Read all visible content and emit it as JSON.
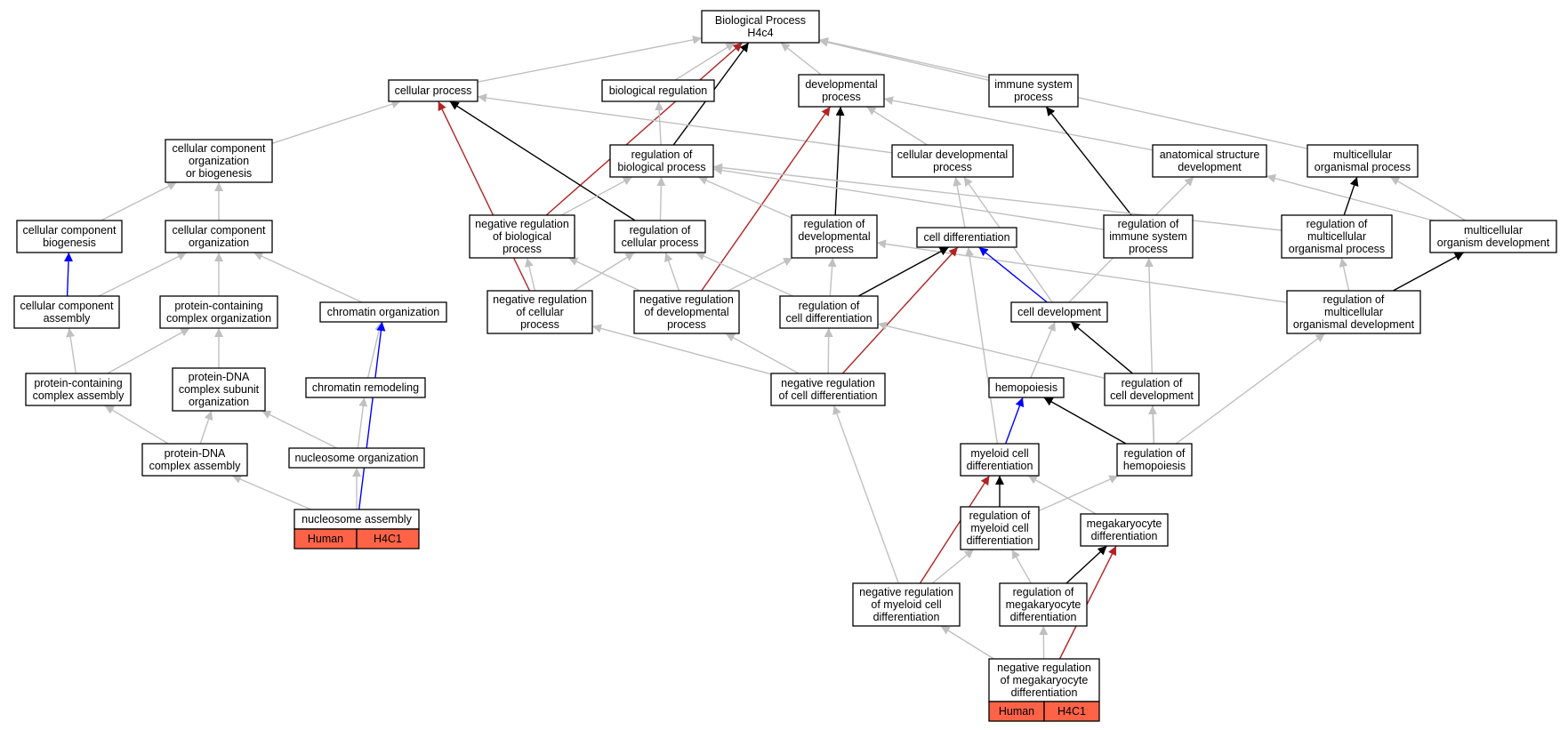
{
  "colors": {
    "is_a": "#c0c0c0",
    "part_of": "#000000",
    "regulates": "#000000",
    "negatively_regulates": "#b22222",
    "positively_regulates": "#0000ff",
    "annotation_tag": "#ff6347"
  },
  "nodes": {
    "bp": {
      "lines": [
        "Biological Process",
        "H4c4"
      ]
    },
    "cellular_process": {
      "lines": [
        "cellular process"
      ]
    },
    "biological_regulation": {
      "lines": [
        "biological regulation"
      ]
    },
    "developmental_process": {
      "lines": [
        "developmental",
        "process"
      ]
    },
    "immune_system_process": {
      "lines": [
        "immune system",
        "process"
      ]
    },
    "ccob": {
      "lines": [
        "cellular component",
        "organization",
        "or biogenesis"
      ]
    },
    "reg_bio_process": {
      "lines": [
        "regulation of",
        "biological process"
      ]
    },
    "cell_dev_process": {
      "lines": [
        "cellular developmental",
        "process"
      ]
    },
    "anat_struct_dev": {
      "lines": [
        "anatomical structure",
        "development"
      ]
    },
    "multicell_org_process": {
      "lines": [
        "multicellular",
        "organismal process"
      ]
    },
    "cc_biogenesis": {
      "lines": [
        "cellular component",
        "biogenesis"
      ]
    },
    "cc_organization": {
      "lines": [
        "cellular component",
        "organization"
      ]
    },
    "neg_reg_bio_process": {
      "lines": [
        "negative regulation",
        "of biological",
        "process"
      ]
    },
    "reg_cell_process": {
      "lines": [
        "regulation of",
        "cellular process"
      ]
    },
    "reg_dev_process": {
      "lines": [
        "regulation of",
        "developmental",
        "process"
      ]
    },
    "cell_differentiation": {
      "lines": [
        "cell differentiation"
      ]
    },
    "reg_immune": {
      "lines": [
        "regulation of",
        "immune system",
        "process"
      ]
    },
    "reg_multicell_process": {
      "lines": [
        "regulation of",
        "multicellular",
        "organismal process"
      ]
    },
    "multicell_org_dev": {
      "lines": [
        "multicellular",
        "organism development"
      ]
    },
    "cc_assembly": {
      "lines": [
        "cellular component",
        "assembly"
      ]
    },
    "pc_complex_org": {
      "lines": [
        "protein-containing",
        "complex organization"
      ]
    },
    "chromatin_org": {
      "lines": [
        "chromatin organization"
      ]
    },
    "neg_reg_cell_process": {
      "lines": [
        "negative regulation",
        "of cellular",
        "process"
      ]
    },
    "neg_reg_dev_process": {
      "lines": [
        "negative regulation",
        "of developmental",
        "process"
      ]
    },
    "reg_cell_diff": {
      "lines": [
        "regulation of",
        "cell differentiation"
      ]
    },
    "cell_development": {
      "lines": [
        "cell development"
      ]
    },
    "reg_multicell_dev": {
      "lines": [
        "regulation of",
        "multicellular",
        "organismal development"
      ]
    },
    "pc_complex_assembly": {
      "lines": [
        "protein-containing",
        "complex assembly"
      ]
    },
    "pdna_subunit_org": {
      "lines": [
        "protein-DNA",
        "complex subunit",
        "organization"
      ]
    },
    "chromatin_remodeling": {
      "lines": [
        "chromatin remodeling"
      ]
    },
    "neg_reg_cell_diff": {
      "lines": [
        "negative regulation",
        "of cell differentiation"
      ]
    },
    "hemopoiesis": {
      "lines": [
        "hemopoiesis"
      ]
    },
    "reg_cell_dev": {
      "lines": [
        "regulation of",
        "cell development"
      ]
    },
    "pdna_complex_assembly": {
      "lines": [
        "protein-DNA",
        "complex assembly"
      ]
    },
    "nucleosome_org": {
      "lines": [
        "nucleosome organization"
      ]
    },
    "myeloid_diff": {
      "lines": [
        "myeloid cell",
        "differentiation"
      ]
    },
    "reg_hemopoiesis": {
      "lines": [
        "regulation of",
        "hemopoiesis"
      ]
    },
    "nucleosome_assembly": {
      "lines": [
        "nucleosome assembly"
      ],
      "tags": [
        "Human",
        "H4C1"
      ]
    },
    "reg_myeloid_diff": {
      "lines": [
        "regulation of",
        "myeloid cell",
        "differentiation"
      ]
    },
    "megak_diff": {
      "lines": [
        "megakaryocyte",
        "differentiation"
      ]
    },
    "neg_reg_myeloid_diff": {
      "lines": [
        "negative regulation",
        "of myeloid cell",
        "differentiation"
      ]
    },
    "reg_megak_diff": {
      "lines": [
        "regulation of",
        "megakaryocyte",
        "differentiation"
      ]
    },
    "neg_reg_megak_diff": {
      "lines": [
        "negative regulation",
        "of megakaryocyte",
        "differentiation"
      ],
      "tags": [
        "Human",
        "H4C1"
      ]
    }
  },
  "edges": [
    {
      "from": "cellular_process",
      "to": "bp",
      "type": "is_a"
    },
    {
      "from": "biological_regulation",
      "to": "bp",
      "type": "is_a"
    },
    {
      "from": "developmental_process",
      "to": "bp",
      "type": "is_a"
    },
    {
      "from": "immune_system_process",
      "to": "bp",
      "type": "is_a"
    },
    {
      "from": "multicell_org_process",
      "to": "bp",
      "type": "is_a"
    },
    {
      "from": "neg_reg_bio_process",
      "to": "bp",
      "type": "negatively_regulates"
    },
    {
      "from": "reg_bio_process",
      "to": "bp",
      "type": "regulates"
    },
    {
      "from": "ccob",
      "to": "cellular_process",
      "type": "is_a"
    },
    {
      "from": "cell_dev_process",
      "to": "cellular_process",
      "type": "is_a"
    },
    {
      "from": "reg_cell_process",
      "to": "cellular_process",
      "type": "regulates"
    },
    {
      "from": "neg_reg_cell_process",
      "to": "cellular_process",
      "type": "negatively_regulates"
    },
    {
      "from": "reg_bio_process",
      "to": "biological_regulation",
      "type": "is_a"
    },
    {
      "from": "cell_dev_process",
      "to": "developmental_process",
      "type": "is_a"
    },
    {
      "from": "anat_struct_dev",
      "to": "developmental_process",
      "type": "is_a"
    },
    {
      "from": "reg_dev_process",
      "to": "developmental_process",
      "type": "regulates"
    },
    {
      "from": "neg_reg_dev_process",
      "to": "developmental_process",
      "type": "negatively_regulates"
    },
    {
      "from": "reg_immune",
      "to": "immune_system_process",
      "type": "regulates"
    },
    {
      "from": "cc_biogenesis",
      "to": "ccob",
      "type": "is_a"
    },
    {
      "from": "cc_organization",
      "to": "ccob",
      "type": "is_a"
    },
    {
      "from": "neg_reg_bio_process",
      "to": "reg_bio_process",
      "type": "is_a"
    },
    {
      "from": "reg_cell_process",
      "to": "reg_bio_process",
      "type": "is_a"
    },
    {
      "from": "reg_dev_process",
      "to": "reg_bio_process",
      "type": "is_a"
    },
    {
      "from": "reg_immune",
      "to": "reg_bio_process",
      "type": "is_a"
    },
    {
      "from": "reg_multicell_process",
      "to": "reg_bio_process",
      "type": "is_a"
    },
    {
      "from": "cell_differentiation",
      "to": "cell_dev_process",
      "type": "is_a"
    },
    {
      "from": "cell_development",
      "to": "cell_dev_process",
      "type": "is_a"
    },
    {
      "from": "cell_development",
      "to": "anat_struct_dev",
      "type": "is_a"
    },
    {
      "from": "multicell_org_dev",
      "to": "anat_struct_dev",
      "type": "is_a"
    },
    {
      "from": "reg_multicell_process",
      "to": "multicell_org_process",
      "type": "regulates"
    },
    {
      "from": "multicell_org_dev",
      "to": "multicell_org_process",
      "type": "is_a"
    },
    {
      "from": "cc_assembly",
      "to": "cc_biogenesis",
      "type": "positively_regulates"
    },
    {
      "from": "cc_assembly",
      "to": "cc_organization",
      "type": "is_a"
    },
    {
      "from": "pc_complex_org",
      "to": "cc_organization",
      "type": "is_a"
    },
    {
      "from": "chromatin_org",
      "to": "cc_organization",
      "type": "is_a"
    },
    {
      "from": "neg_reg_cell_process",
      "to": "neg_reg_bio_process",
      "type": "is_a"
    },
    {
      "from": "neg_reg_cell_process",
      "to": "reg_cell_process",
      "type": "is_a"
    },
    {
      "from": "neg_reg_dev_process",
      "to": "reg_cell_process",
      "type": "is_a"
    },
    {
      "from": "neg_reg_dev_process",
      "to": "neg_reg_bio_process",
      "type": "is_a"
    },
    {
      "from": "neg_reg_dev_process",
      "to": "reg_dev_process",
      "type": "is_a"
    },
    {
      "from": "reg_cell_diff",
      "to": "reg_cell_process",
      "type": "is_a"
    },
    {
      "from": "reg_cell_diff",
      "to": "reg_dev_process",
      "type": "is_a"
    },
    {
      "from": "reg_multicell_dev",
      "to": "reg_dev_process",
      "type": "is_a"
    },
    {
      "from": "reg_multicell_dev",
      "to": "reg_multicell_process",
      "type": "is_a"
    },
    {
      "from": "reg_cell_diff",
      "to": "cell_differentiation",
      "type": "regulates"
    },
    {
      "from": "neg_reg_cell_diff",
      "to": "cell_differentiation",
      "type": "negatively_regulates"
    },
    {
      "from": "cell_development",
      "to": "cell_differentiation",
      "type": "positively_regulates"
    },
    {
      "from": "myeloid_diff",
      "to": "cell_differentiation",
      "type": "is_a"
    },
    {
      "from": "reg_multicell_dev",
      "to": "multicell_org_dev",
      "type": "regulates"
    },
    {
      "from": "pc_complex_assembly",
      "to": "cc_assembly",
      "type": "is_a"
    },
    {
      "from": "pc_complex_assembly",
      "to": "pc_complex_org",
      "type": "is_a"
    },
    {
      "from": "pdna_subunit_org",
      "to": "pc_complex_org",
      "type": "is_a"
    },
    {
      "from": "chromatin_remodeling",
      "to": "chromatin_org",
      "type": "is_a"
    },
    {
      "from": "nucleosome_assembly",
      "to": "chromatin_org",
      "type": "positively_regulates"
    },
    {
      "from": "neg_reg_cell_diff",
      "to": "neg_reg_cell_process",
      "type": "is_a"
    },
    {
      "from": "neg_reg_cell_diff",
      "to": "neg_reg_dev_process",
      "type": "is_a"
    },
    {
      "from": "neg_reg_cell_diff",
      "to": "reg_cell_diff",
      "type": "is_a"
    },
    {
      "from": "reg_cell_dev",
      "to": "reg_cell_diff",
      "type": "is_a"
    },
    {
      "from": "hemopoiesis",
      "to": "cell_development",
      "type": "is_a"
    },
    {
      "from": "reg_cell_dev",
      "to": "cell_development",
      "type": "regulates"
    },
    {
      "from": "reg_hemopoiesis",
      "to": "reg_immune",
      "type": "is_a"
    },
    {
      "from": "reg_hemopoiesis",
      "to": "reg_multicell_dev",
      "type": "is_a"
    },
    {
      "from": "pdna_complex_assembly",
      "to": "pc_complex_assembly",
      "type": "is_a"
    },
    {
      "from": "pdna_complex_assembly",
      "to": "pdna_subunit_org",
      "type": "is_a"
    },
    {
      "from": "nucleosome_org",
      "to": "pdna_subunit_org",
      "type": "is_a"
    },
    {
      "from": "nucleosome_org",
      "to": "chromatin_remodeling",
      "type": "is_a"
    },
    {
      "from": "neg_reg_myeloid_diff",
      "to": "neg_reg_cell_diff",
      "type": "is_a"
    },
    {
      "from": "myeloid_diff",
      "to": "hemopoiesis",
      "type": "positively_regulates"
    },
    {
      "from": "reg_hemopoiesis",
      "to": "hemopoiesis",
      "type": "regulates"
    },
    {
      "from": "reg_hemopoiesis",
      "to": "reg_cell_dev",
      "type": "is_a"
    },
    {
      "from": "nucleosome_assembly",
      "to": "pdna_complex_assembly",
      "type": "is_a"
    },
    {
      "from": "nucleosome_assembly",
      "to": "nucleosome_org",
      "type": "is_a"
    },
    {
      "from": "reg_myeloid_diff",
      "to": "myeloid_diff",
      "type": "regulates"
    },
    {
      "from": "neg_reg_myeloid_diff",
      "to": "myeloid_diff",
      "type": "negatively_regulates"
    },
    {
      "from": "megak_diff",
      "to": "myeloid_diff",
      "type": "is_a"
    },
    {
      "from": "reg_myeloid_diff",
      "to": "reg_hemopoiesis",
      "type": "is_a"
    },
    {
      "from": "neg_reg_myeloid_diff",
      "to": "reg_myeloid_diff",
      "type": "is_a"
    },
    {
      "from": "reg_megak_diff",
      "to": "reg_myeloid_diff",
      "type": "is_a"
    },
    {
      "from": "reg_megak_diff",
      "to": "megak_diff",
      "type": "regulates"
    },
    {
      "from": "neg_reg_megak_diff",
      "to": "reg_megak_diff",
      "type": "is_a"
    },
    {
      "from": "neg_reg_megak_diff",
      "to": "neg_reg_myeloid_diff",
      "type": "is_a"
    },
    {
      "from": "neg_reg_megak_diff",
      "to": "megak_diff",
      "type": "negatively_regulates"
    }
  ]
}
